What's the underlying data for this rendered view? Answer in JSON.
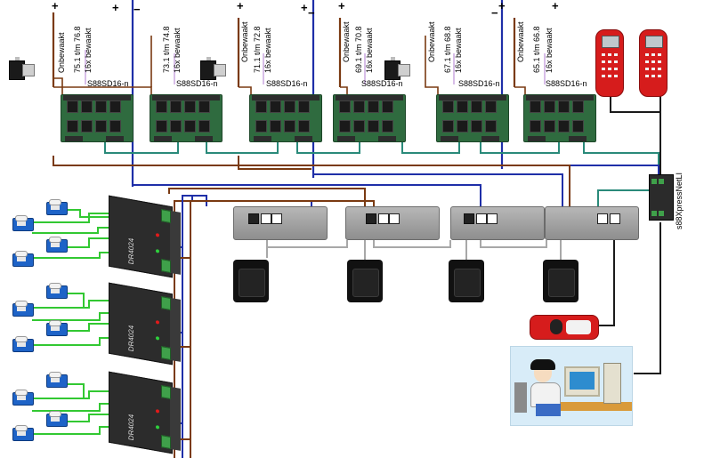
{
  "feedback_modules": [
    {
      "type_label": "S88SD16-n",
      "monitored_label": "16x bewaakt",
      "speed_label": "75.1 t/m 76.8",
      "unmonitored_label": "Onbewaakt"
    },
    {
      "type_label": "S88SD16-n",
      "monitored_label": "16x bewaakt",
      "speed_label": "73.1 t/m 74.8",
      "unmonitored_label": ""
    },
    {
      "type_label": "S88SD16-n",
      "monitored_label": "16x bewaakt",
      "speed_label": "71.1 t/m 72.8",
      "unmonitored_label": "Onbewaakt"
    },
    {
      "type_label": "S88SD16-n",
      "monitored_label": "16x bewaakt",
      "speed_label": "69.1 t/m 70.8",
      "unmonitored_label": "Onbewaakt"
    },
    {
      "type_label": "S88SD16-n",
      "monitored_label": "16x bewaakt",
      "speed_label": "67.1 t/m 68.8",
      "unmonitored_label": "Onbewaakt"
    },
    {
      "type_label": "S88SD16-n",
      "monitored_label": "16x bewaakt",
      "speed_label": "65.1 t/m 66.8",
      "unmonitored_label": "Onbewaakt"
    }
  ],
  "polarity": {
    "plus": "+",
    "minus": "−"
  },
  "interface_label": "s88XpressNetLI",
  "decoder_label": "DR4024",
  "colors": {
    "feedback_bus": "#2a8a7a",
    "track_power": "#7a3a12",
    "xpressnet": "#1f2fa8",
    "servo_wire": "#32c832",
    "booster_link": "#a8a8a8",
    "monitored_tap": "#c7a2de",
    "pc_link": "#1a1a1a"
  }
}
